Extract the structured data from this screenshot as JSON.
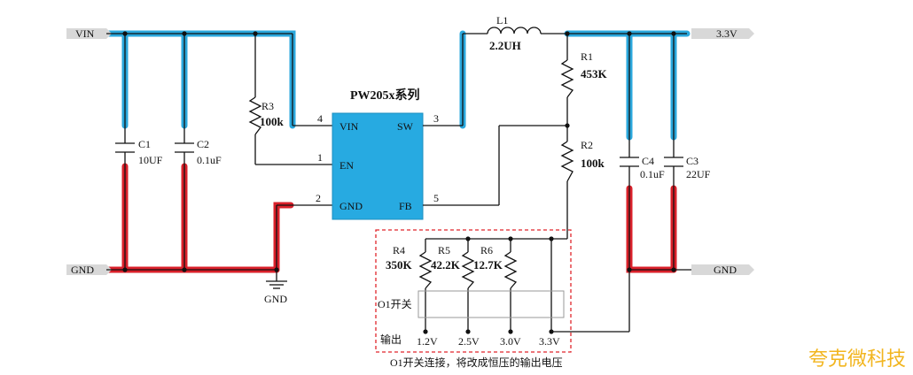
{
  "ports": {
    "vin": "VIN",
    "gnd_left": "GND",
    "vout": "3.3V",
    "gnd_right": "GND",
    "gnd_symbol": "GND"
  },
  "chip": {
    "name": "PW205x系列",
    "pins": [
      {
        "num": "4",
        "name": "VIN"
      },
      {
        "num": "1",
        "name": "EN"
      },
      {
        "num": "2",
        "name": "GND"
      },
      {
        "num": "3",
        "name": "SW"
      },
      {
        "num": "5",
        "name": "FB"
      }
    ],
    "fill": "#27aae1"
  },
  "components": {
    "c1": {
      "ref": "C1",
      "value": "10UF"
    },
    "c2": {
      "ref": "C2",
      "value": "0.1uF"
    },
    "c3": {
      "ref": "C3",
      "value": "22UF"
    },
    "c4": {
      "ref": "C4",
      "value": "0.1uF"
    },
    "r1": {
      "ref": "R1",
      "value": "453K"
    },
    "r2": {
      "ref": "R2",
      "value": "100k"
    },
    "r3": {
      "ref": "R3",
      "value": "100k"
    },
    "r4": {
      "ref": "R4",
      "value": "350K"
    },
    "r5": {
      "ref": "R5",
      "value": "42.2K"
    },
    "r6": {
      "ref": "R6",
      "value": "12.7K"
    },
    "l1": {
      "ref": "L1",
      "value": "2.2UH"
    }
  },
  "switch": {
    "label": "O1开关",
    "output_label": "输出",
    "options": [
      "1.2V",
      "2.5V",
      "3.0V",
      "3.3V"
    ]
  },
  "caption": "O1开关连接，将改成恒压的输出电压",
  "watermark": "夸克微科技",
  "colors": {
    "input_rail": "#2aa7dc",
    "ground_rail": "#d9202a",
    "select_box": "#e0252b",
    "watermark": "#f2b51e"
  }
}
